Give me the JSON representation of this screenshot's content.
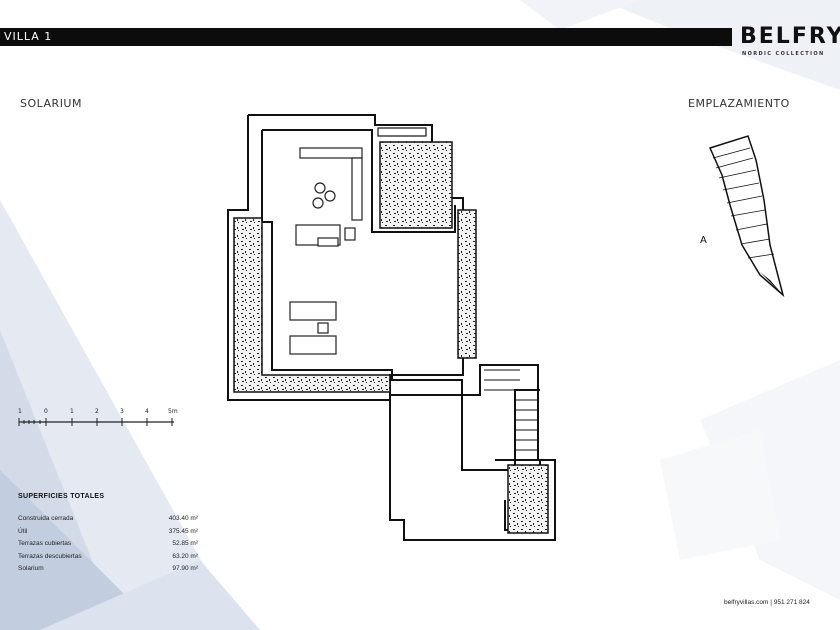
{
  "header": {
    "title": "VILLA 1",
    "brand": "BELFRY",
    "brand_sub": "NORDIC COLLECTION"
  },
  "plan": {
    "label": "SOLARIUM"
  },
  "site": {
    "label": "EMPLAZAMIENTO",
    "north": "A"
  },
  "scale": {
    "ticks": [
      "1",
      "0",
      "1",
      "2",
      "3",
      "4",
      "5m"
    ]
  },
  "areas": {
    "heading": "SUPERFICIES TOTALES",
    "rows": [
      {
        "label": "Construida cerrada",
        "value": "403.40 m²"
      },
      {
        "label": "Útil",
        "value": "375.45 m²"
      },
      {
        "label": "Terrazas cubiertas",
        "value": "52.85 m²"
      },
      {
        "label": "Terrazas descubiertas",
        "value": "63.20 m²"
      },
      {
        "label": "Solarium",
        "value": "97.90 m²"
      }
    ]
  },
  "footer": {
    "contact": "belfryvillas.com | 951 271 824"
  },
  "colors": {
    "bar": "#0c0c0c",
    "bg_accent": "#c9d3e3"
  }
}
